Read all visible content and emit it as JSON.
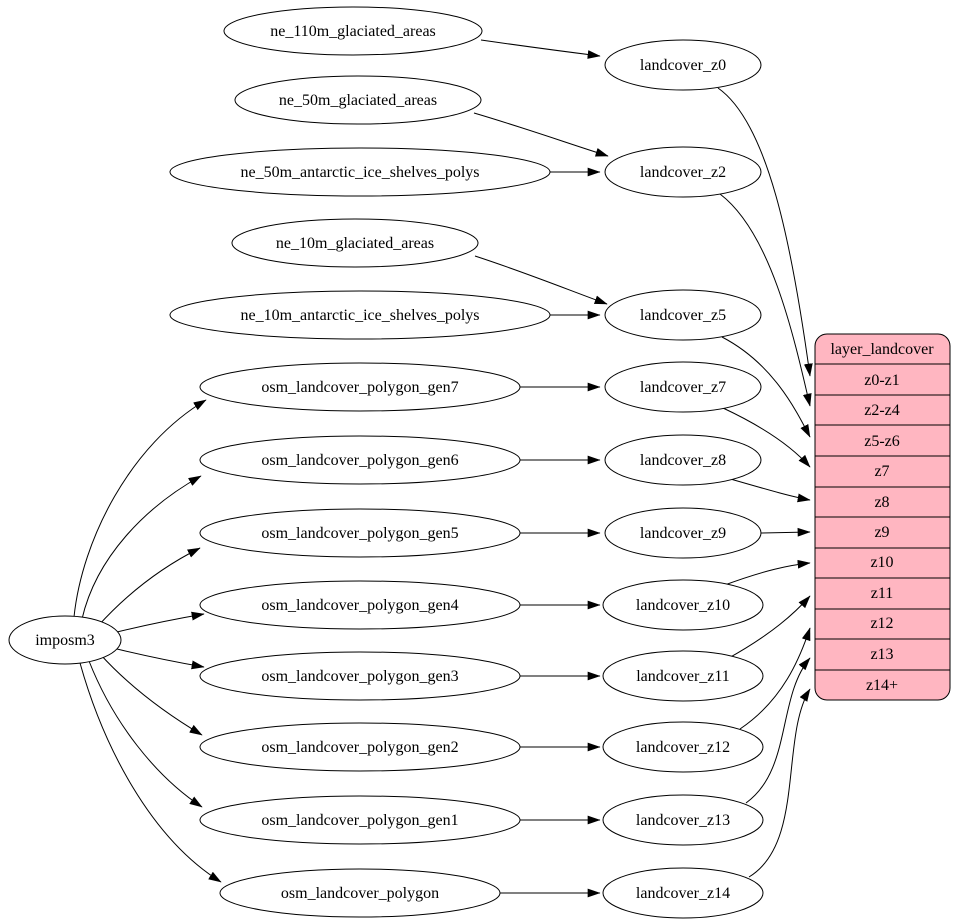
{
  "colors": {
    "background": "#ffffff",
    "node_fill": "#ffffff",
    "node_stroke": "#000000",
    "edge": "#000000",
    "record_fill": "#ffb6c1",
    "text": "#000000"
  },
  "nodes": [
    {
      "id": "imposm3",
      "label": "imposm3"
    },
    {
      "id": "ne_110m_glaciated_areas",
      "label": "ne_110m_glaciated_areas"
    },
    {
      "id": "ne_50m_glaciated_areas",
      "label": "ne_50m_glaciated_areas"
    },
    {
      "id": "ne_50m_antarctic_ice_shelves_polys",
      "label": "ne_50m_antarctic_ice_shelves_polys"
    },
    {
      "id": "ne_10m_glaciated_areas",
      "label": "ne_10m_glaciated_areas"
    },
    {
      "id": "ne_10m_antarctic_ice_shelves_polys",
      "label": "ne_10m_antarctic_ice_shelves_polys"
    },
    {
      "id": "osm_landcover_polygon_gen7",
      "label": "osm_landcover_polygon_gen7"
    },
    {
      "id": "osm_landcover_polygon_gen6",
      "label": "osm_landcover_polygon_gen6"
    },
    {
      "id": "osm_landcover_polygon_gen5",
      "label": "osm_landcover_polygon_gen5"
    },
    {
      "id": "osm_landcover_polygon_gen4",
      "label": "osm_landcover_polygon_gen4"
    },
    {
      "id": "osm_landcover_polygon_gen3",
      "label": "osm_landcover_polygon_gen3"
    },
    {
      "id": "osm_landcover_polygon_gen2",
      "label": "osm_landcover_polygon_gen2"
    },
    {
      "id": "osm_landcover_polygon_gen1",
      "label": "osm_landcover_polygon_gen1"
    },
    {
      "id": "osm_landcover_polygon",
      "label": "osm_landcover_polygon"
    },
    {
      "id": "landcover_z0",
      "label": "landcover_z0"
    },
    {
      "id": "landcover_z2",
      "label": "landcover_z2"
    },
    {
      "id": "landcover_z5",
      "label": "landcover_z5"
    },
    {
      "id": "landcover_z7",
      "label": "landcover_z7"
    },
    {
      "id": "landcover_z8",
      "label": "landcover_z8"
    },
    {
      "id": "landcover_z9",
      "label": "landcover_z9"
    },
    {
      "id": "landcover_z10",
      "label": "landcover_z10"
    },
    {
      "id": "landcover_z11",
      "label": "landcover_z11"
    },
    {
      "id": "landcover_z12",
      "label": "landcover_z12"
    },
    {
      "id": "landcover_z13",
      "label": "landcover_z13"
    },
    {
      "id": "landcover_z14",
      "label": "landcover_z14"
    }
  ],
  "record": {
    "title": "layer_landcover",
    "rows": [
      "z0-z1",
      "z2-z4",
      "z5-z6",
      "z7",
      "z8",
      "z9",
      "z10",
      "z11",
      "z12",
      "z13",
      "z14+"
    ]
  },
  "edges": [
    {
      "from": "ne_110m_glaciated_areas",
      "to": "landcover_z0"
    },
    {
      "from": "ne_50m_glaciated_areas",
      "to": "landcover_z2"
    },
    {
      "from": "ne_50m_antarctic_ice_shelves_polys",
      "to": "landcover_z2"
    },
    {
      "from": "ne_10m_glaciated_areas",
      "to": "landcover_z5"
    },
    {
      "from": "ne_10m_antarctic_ice_shelves_polys",
      "to": "landcover_z5"
    },
    {
      "from": "osm_landcover_polygon_gen7",
      "to": "landcover_z7"
    },
    {
      "from": "osm_landcover_polygon_gen6",
      "to": "landcover_z8"
    },
    {
      "from": "osm_landcover_polygon_gen5",
      "to": "landcover_z9"
    },
    {
      "from": "osm_landcover_polygon_gen4",
      "to": "landcover_z10"
    },
    {
      "from": "osm_landcover_polygon_gen3",
      "to": "landcover_z11"
    },
    {
      "from": "osm_landcover_polygon_gen2",
      "to": "landcover_z12"
    },
    {
      "from": "osm_landcover_polygon_gen1",
      "to": "landcover_z13"
    },
    {
      "from": "osm_landcover_polygon",
      "to": "landcover_z14"
    },
    {
      "from": "imposm3",
      "to": "osm_landcover_polygon_gen7"
    },
    {
      "from": "imposm3",
      "to": "osm_landcover_polygon_gen6"
    },
    {
      "from": "imposm3",
      "to": "osm_landcover_polygon_gen5"
    },
    {
      "from": "imposm3",
      "to": "osm_landcover_polygon_gen4"
    },
    {
      "from": "imposm3",
      "to": "osm_landcover_polygon_gen3"
    },
    {
      "from": "imposm3",
      "to": "osm_landcover_polygon_gen2"
    },
    {
      "from": "imposm3",
      "to": "osm_landcover_polygon_gen1"
    },
    {
      "from": "imposm3",
      "to": "osm_landcover_polygon"
    },
    {
      "from": "landcover_z0",
      "to": "layer_landcover",
      "to_row": "z0-z1"
    },
    {
      "from": "landcover_z2",
      "to": "layer_landcover",
      "to_row": "z2-z4"
    },
    {
      "from": "landcover_z5",
      "to": "layer_landcover",
      "to_row": "z5-z6"
    },
    {
      "from": "landcover_z7",
      "to": "layer_landcover",
      "to_row": "z7"
    },
    {
      "from": "landcover_z8",
      "to": "layer_landcover",
      "to_row": "z8"
    },
    {
      "from": "landcover_z9",
      "to": "layer_landcover",
      "to_row": "z9"
    },
    {
      "from": "landcover_z10",
      "to": "layer_landcover",
      "to_row": "z10"
    },
    {
      "from": "landcover_z11",
      "to": "layer_landcover",
      "to_row": "z11"
    },
    {
      "from": "landcover_z12",
      "to": "layer_landcover",
      "to_row": "z12"
    },
    {
      "from": "landcover_z13",
      "to": "layer_landcover",
      "to_row": "z13"
    },
    {
      "from": "landcover_z14",
      "to": "layer_landcover",
      "to_row": "z14+"
    }
  ]
}
